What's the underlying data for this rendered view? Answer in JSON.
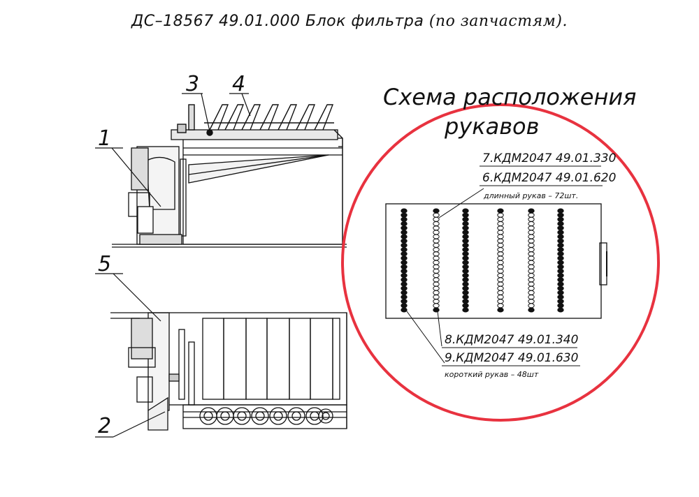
{
  "document": {
    "title_code": "ДС–18567  49.01.000   Блок  фильтра",
    "title_note": "(по запчастям)."
  },
  "drawing": {
    "callouts": [
      "1",
      "2",
      "3",
      "4",
      "5"
    ]
  },
  "scheme": {
    "heading_line1": "Схема  расположения",
    "heading_line2": "рукавов",
    "upper_part1": "7.КДМ2047 49.01.330",
    "upper_part2": "6.КДМ2047 49.01.620",
    "upper_note": "длинный рукав – 72шт.",
    "lower_part1": "8.КДМ2047 49.01.340",
    "lower_part2": "9.КДМ2047 49.01.630",
    "lower_note": "короткий рукав – 48шт"
  },
  "colors": {
    "circle": "#e8323f",
    "ink": "#111111"
  }
}
